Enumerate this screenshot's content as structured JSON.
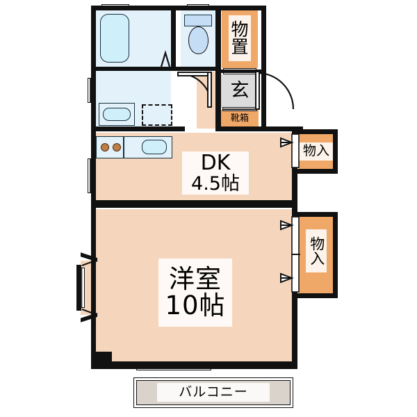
{
  "plan": {
    "type": "japanese-apartment-floor-plan",
    "colors": {
      "wall": "#111111",
      "room_fill": "#F5D6BC",
      "closet_fill": "#F0A868",
      "wet_area_fill": "#E3F1FB",
      "fixture_fill": "#CFEFFB",
      "genkan_fill": "#DCDCDC",
      "balcony_fill": "#D9D3CB",
      "burner": "#C07E45",
      "background": "#FFFFFF"
    },
    "rooms": [
      {
        "id": "bath",
        "label": "",
        "kind": "wet"
      },
      {
        "id": "washroom",
        "label": "",
        "kind": "wet"
      },
      {
        "id": "toilet",
        "label": "",
        "kind": "wet"
      },
      {
        "id": "storage_top",
        "label": "物\n置",
        "kind": "closet"
      },
      {
        "id": "genkan",
        "label": "玄",
        "kind": "genkan"
      },
      {
        "id": "shoebox",
        "label": "靴箱",
        "kind": "closet"
      },
      {
        "id": "dk",
        "label": "DK",
        "sub": "4.5帖",
        "kind": "room"
      },
      {
        "id": "closet_upper",
        "label": "物入",
        "kind": "closet"
      },
      {
        "id": "closet_lower",
        "label": "物入",
        "kind": "closet"
      },
      {
        "id": "washitsu",
        "label": "洋室",
        "sub": "10帖",
        "kind": "room"
      },
      {
        "id": "balcony",
        "label": "バルコニー",
        "kind": "balcony"
      }
    ],
    "labels": {
      "storage_top": "物置",
      "storage_top_c1": "物",
      "storage_top_c2": "置",
      "genkan": "玄",
      "shoebox": "靴箱",
      "dk_name": "DK",
      "dk_size": "4.5帖",
      "closet_upper": "物入",
      "closet_lower": "物入",
      "room_name": "洋室",
      "room_size": "10帖",
      "balcony": "バルコニー"
    },
    "fixtures": [
      {
        "name": "bathtub",
        "room": "bath"
      },
      {
        "name": "toilet",
        "room": "toilet"
      },
      {
        "name": "toilet-tank",
        "room": "toilet"
      },
      {
        "name": "vanity-sink",
        "room": "washroom"
      },
      {
        "name": "washing-machine-space",
        "room": "washroom"
      },
      {
        "name": "kitchen-sink",
        "room": "dk"
      },
      {
        "name": "gas-stove-2-burner",
        "room": "dk"
      },
      {
        "name": "bay-window",
        "room": "washitsu"
      },
      {
        "name": "entrance-door",
        "room": "genkan"
      }
    ]
  }
}
